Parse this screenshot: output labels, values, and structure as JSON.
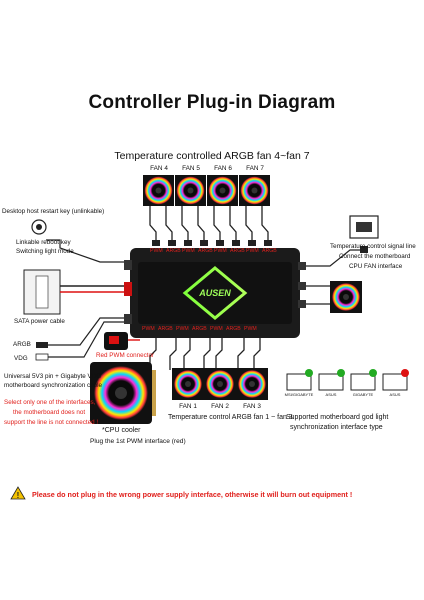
{
  "title": "Controller Plug-in Diagram",
  "top_heading": "Temperature controlled ARGB fan 4~fan 7",
  "top_fans": [
    "FAN 4",
    "FAN 5",
    "FAN 6",
    "FAN 7"
  ],
  "bottom_fans": [
    "FAN 1",
    "FAN 2",
    "FAN 3"
  ],
  "bottom_heading": "Temperature control ARGB fan 1 ~ fan 3",
  "controller_brand": "AUSEN",
  "port_labels": {
    "pwm": "PWM",
    "argb": "ARGB"
  },
  "left_labels": {
    "restart_key": "Desktop host restart key (unlinkable)",
    "reboot_key": "Linkable reboot key",
    "light_mode": "Switching light mode",
    "sata_power": "SATA power cable",
    "argb": "ARGB",
    "vdg": "VDG",
    "sync_cable_1": "Universal 5V3 pin + Gigabyte VDG",
    "sync_cable_2": "motherboard synchronization cable",
    "warn_1": "Select only one of the interfaces,",
    "warn_2": "the motherboard does not",
    "warn_3": "support the line is not connected !"
  },
  "pwm_connector_label": "Red PWM connector",
  "cpu_cooler_label": "*CPU cooler",
  "plug_first_pwm": "Plug the 1st PWM interface (red)",
  "right_labels": {
    "temp_line": "Temperature control signal line",
    "connect_mb": "Connect the motherboard",
    "cpu_fan": "CPU FAN interface"
  },
  "supported_1": "Supported motherboard god light",
  "supported_2": "synchronization interface type",
  "brands": [
    "MSI/GIGABYTE",
    "ASUS",
    "GIGABYTE",
    "ASUS"
  ],
  "bottom_warning": "Please do not plug in the wrong power supply interface, otherwise it will burn out equipment !",
  "colors": {
    "warning_red": "#e0201c",
    "controller_glow": "#7fff3a",
    "controller_body": "#1b1b1b"
  }
}
